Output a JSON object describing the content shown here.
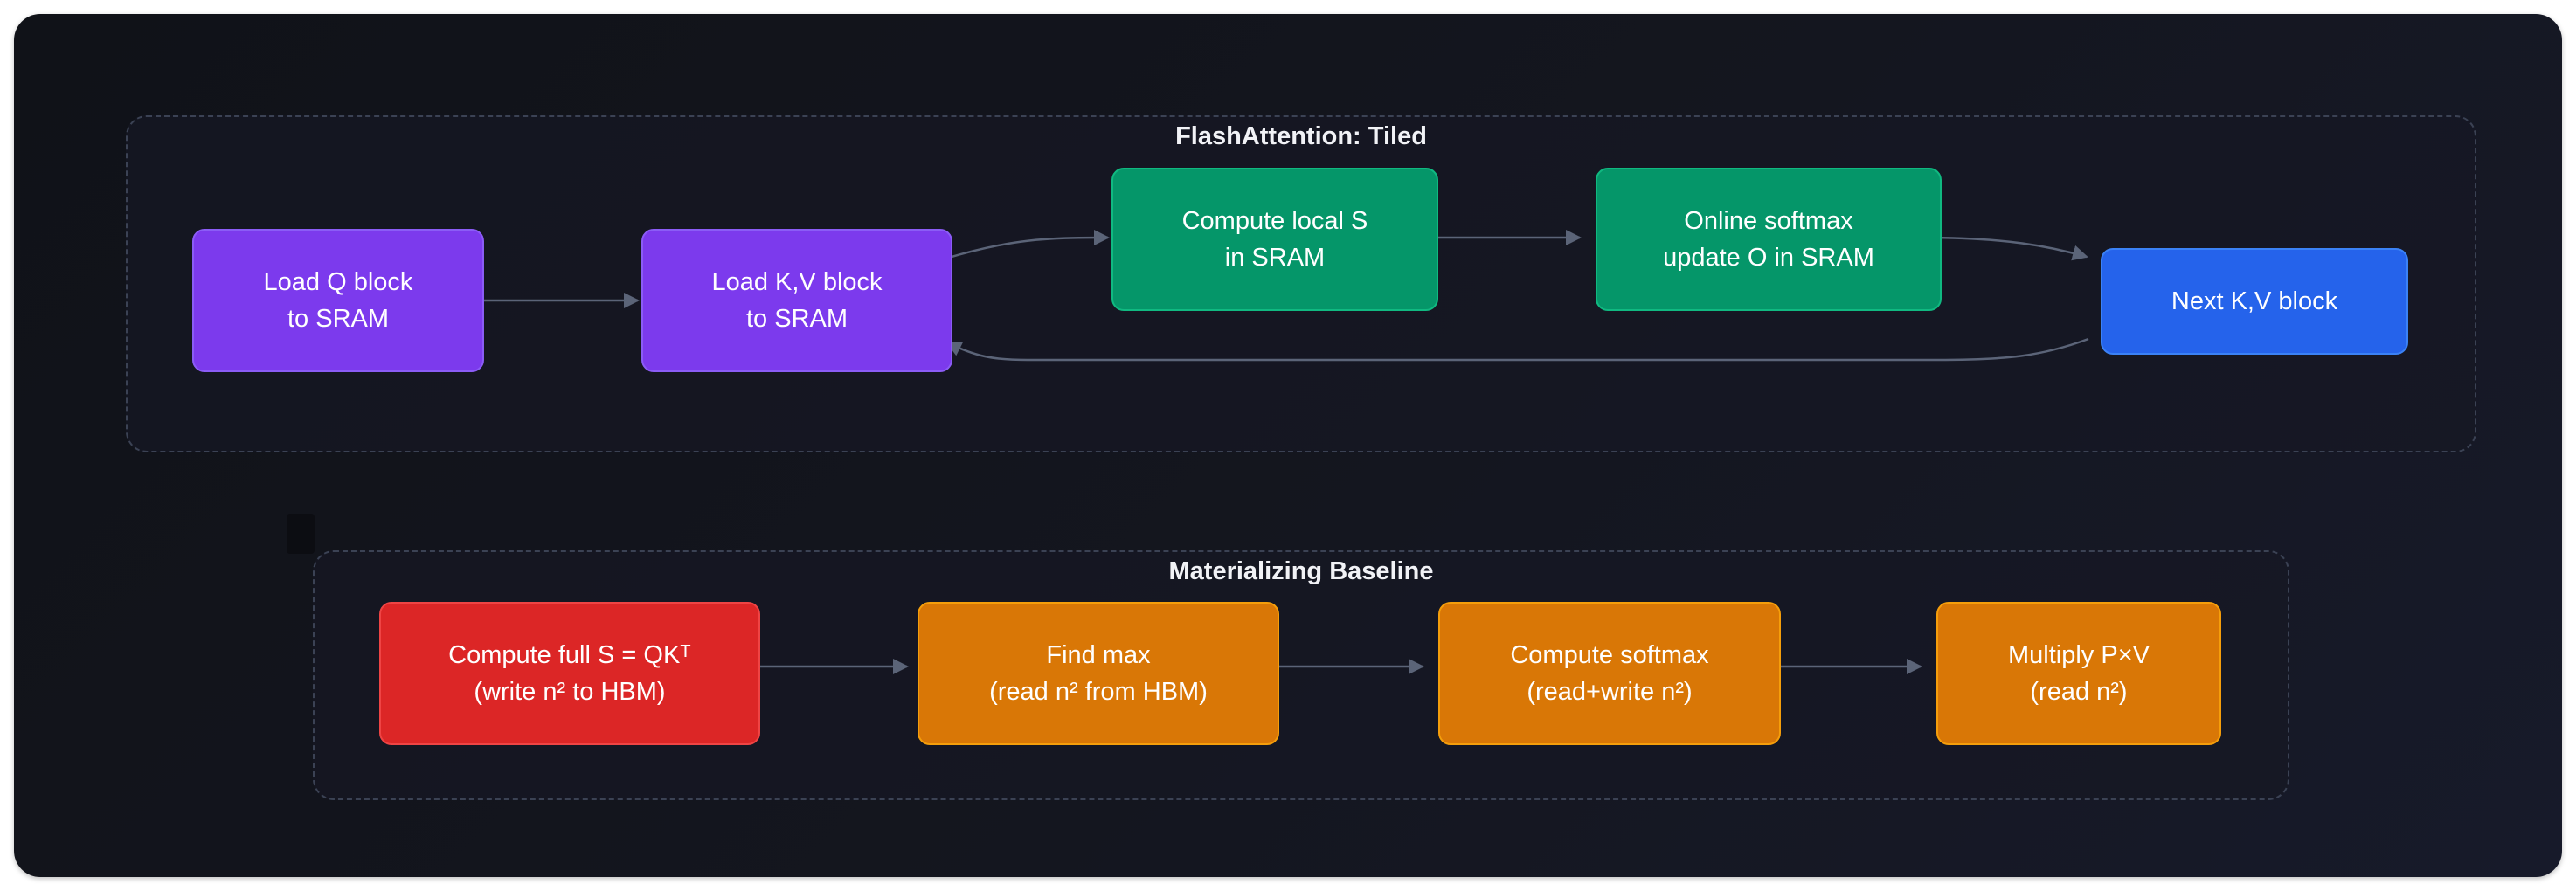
{
  "clusters": {
    "tiled": {
      "title": "FlashAttention: Tiled",
      "nodes": {
        "load_q": [
          "Load Q block",
          "to SRAM"
        ],
        "load_kv": [
          "Load K,V block",
          "to SRAM"
        ],
        "compute_s": [
          "Compute local S",
          "in SRAM"
        ],
        "softmax": [
          "Online softmax",
          "update O in SRAM"
        ],
        "next_kv": [
          "Next K,V block"
        ]
      }
    },
    "baseline": {
      "title": "Materializing Baseline",
      "nodes": {
        "full_s": [
          "Compute full S = QKᵀ",
          "(write n² to HBM)"
        ],
        "find_max": [
          "Find max",
          "(read n² from HBM)"
        ],
        "softmax": [
          "Compute softmax",
          "(read+write n²)"
        ],
        "multiply": [
          "Multiply P×V",
          "(read n²)"
        ]
      }
    }
  },
  "colors": {
    "edge": "#5b6478",
    "purple": "#7c3aed",
    "green": "#059669",
    "blue": "#2563eb",
    "red": "#dc2626",
    "orange": "#d97706"
  }
}
